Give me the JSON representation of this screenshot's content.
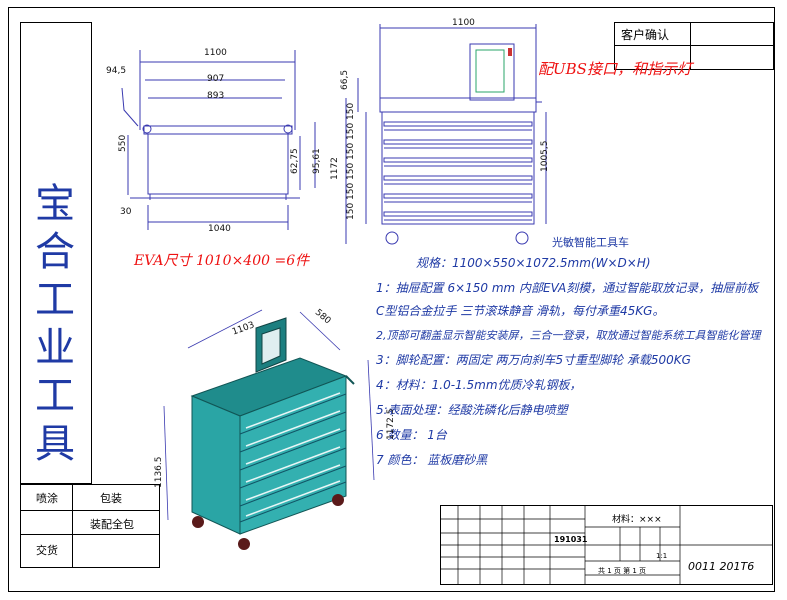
{
  "header": {
    "customer_confirm": "客户确认"
  },
  "left_title": [
    "宝",
    "合",
    "工",
    "业",
    "工",
    "具"
  ],
  "top_view": {
    "dims": [
      "1100",
      "907",
      "893",
      "94,5",
      "550",
      "62,75",
      "95,61",
      "30",
      "1040"
    ],
    "eva_note": "EVA尺寸 1010×400 =6件"
  },
  "front_view": {
    "dims": [
      "1100",
      "66,5",
      "150",
      "150",
      "150",
      "150",
      "150",
      "150",
      "1172",
      "1005,5"
    ],
    "note": "配UBS接口，和指示灯",
    "caption": "光敏智能工具车"
  },
  "specs": [
    "规格：1100×550×1072.5mm(W×D×H)",
    "1：抽屉配置 6×150 mm    内部EVA刻模，通过智能取放记录，抽屉前板",
    "C型铝合金拉手  三节滚珠静音 滑轨，每付承重45KG。",
    "2,顶部可翻盖显示智能安装屏，三合一登录，取放通过智能系统工具智能化管理",
    "3：脚轮配置：两固定 两万向刹车5寸重型脚轮 承载500KG",
    "4：材料：1.0-1.5mm优质冷轧钢板，",
    "5:表面处理：经酸洗磷化后静电喷塑",
    "6 数量：     1台",
    "7 颜色：  蓝板磨砂黑"
  ],
  "iso_view": {
    "dims": [
      "1103",
      "580",
      "1172.5",
      "1136.5"
    ]
  },
  "left_box": {
    "spray": "喷涂",
    "pack": "包装",
    "assembly": "装配全包",
    "delivery": "交货"
  },
  "title_block": {
    "material": "材料：×××",
    "drawing_no": "191031",
    "code": "0011 201T6",
    "sheet": "共 1 页  第 1 页",
    "scale": "1:1"
  },
  "colors": {
    "frame": "#000000",
    "cart_body": "#2aa5a5",
    "cart_dark": "#1c7f80",
    "drawing_line": "#3a3ab0",
    "note_red": "#e11111",
    "text_blue": "#1f3aa5"
  }
}
